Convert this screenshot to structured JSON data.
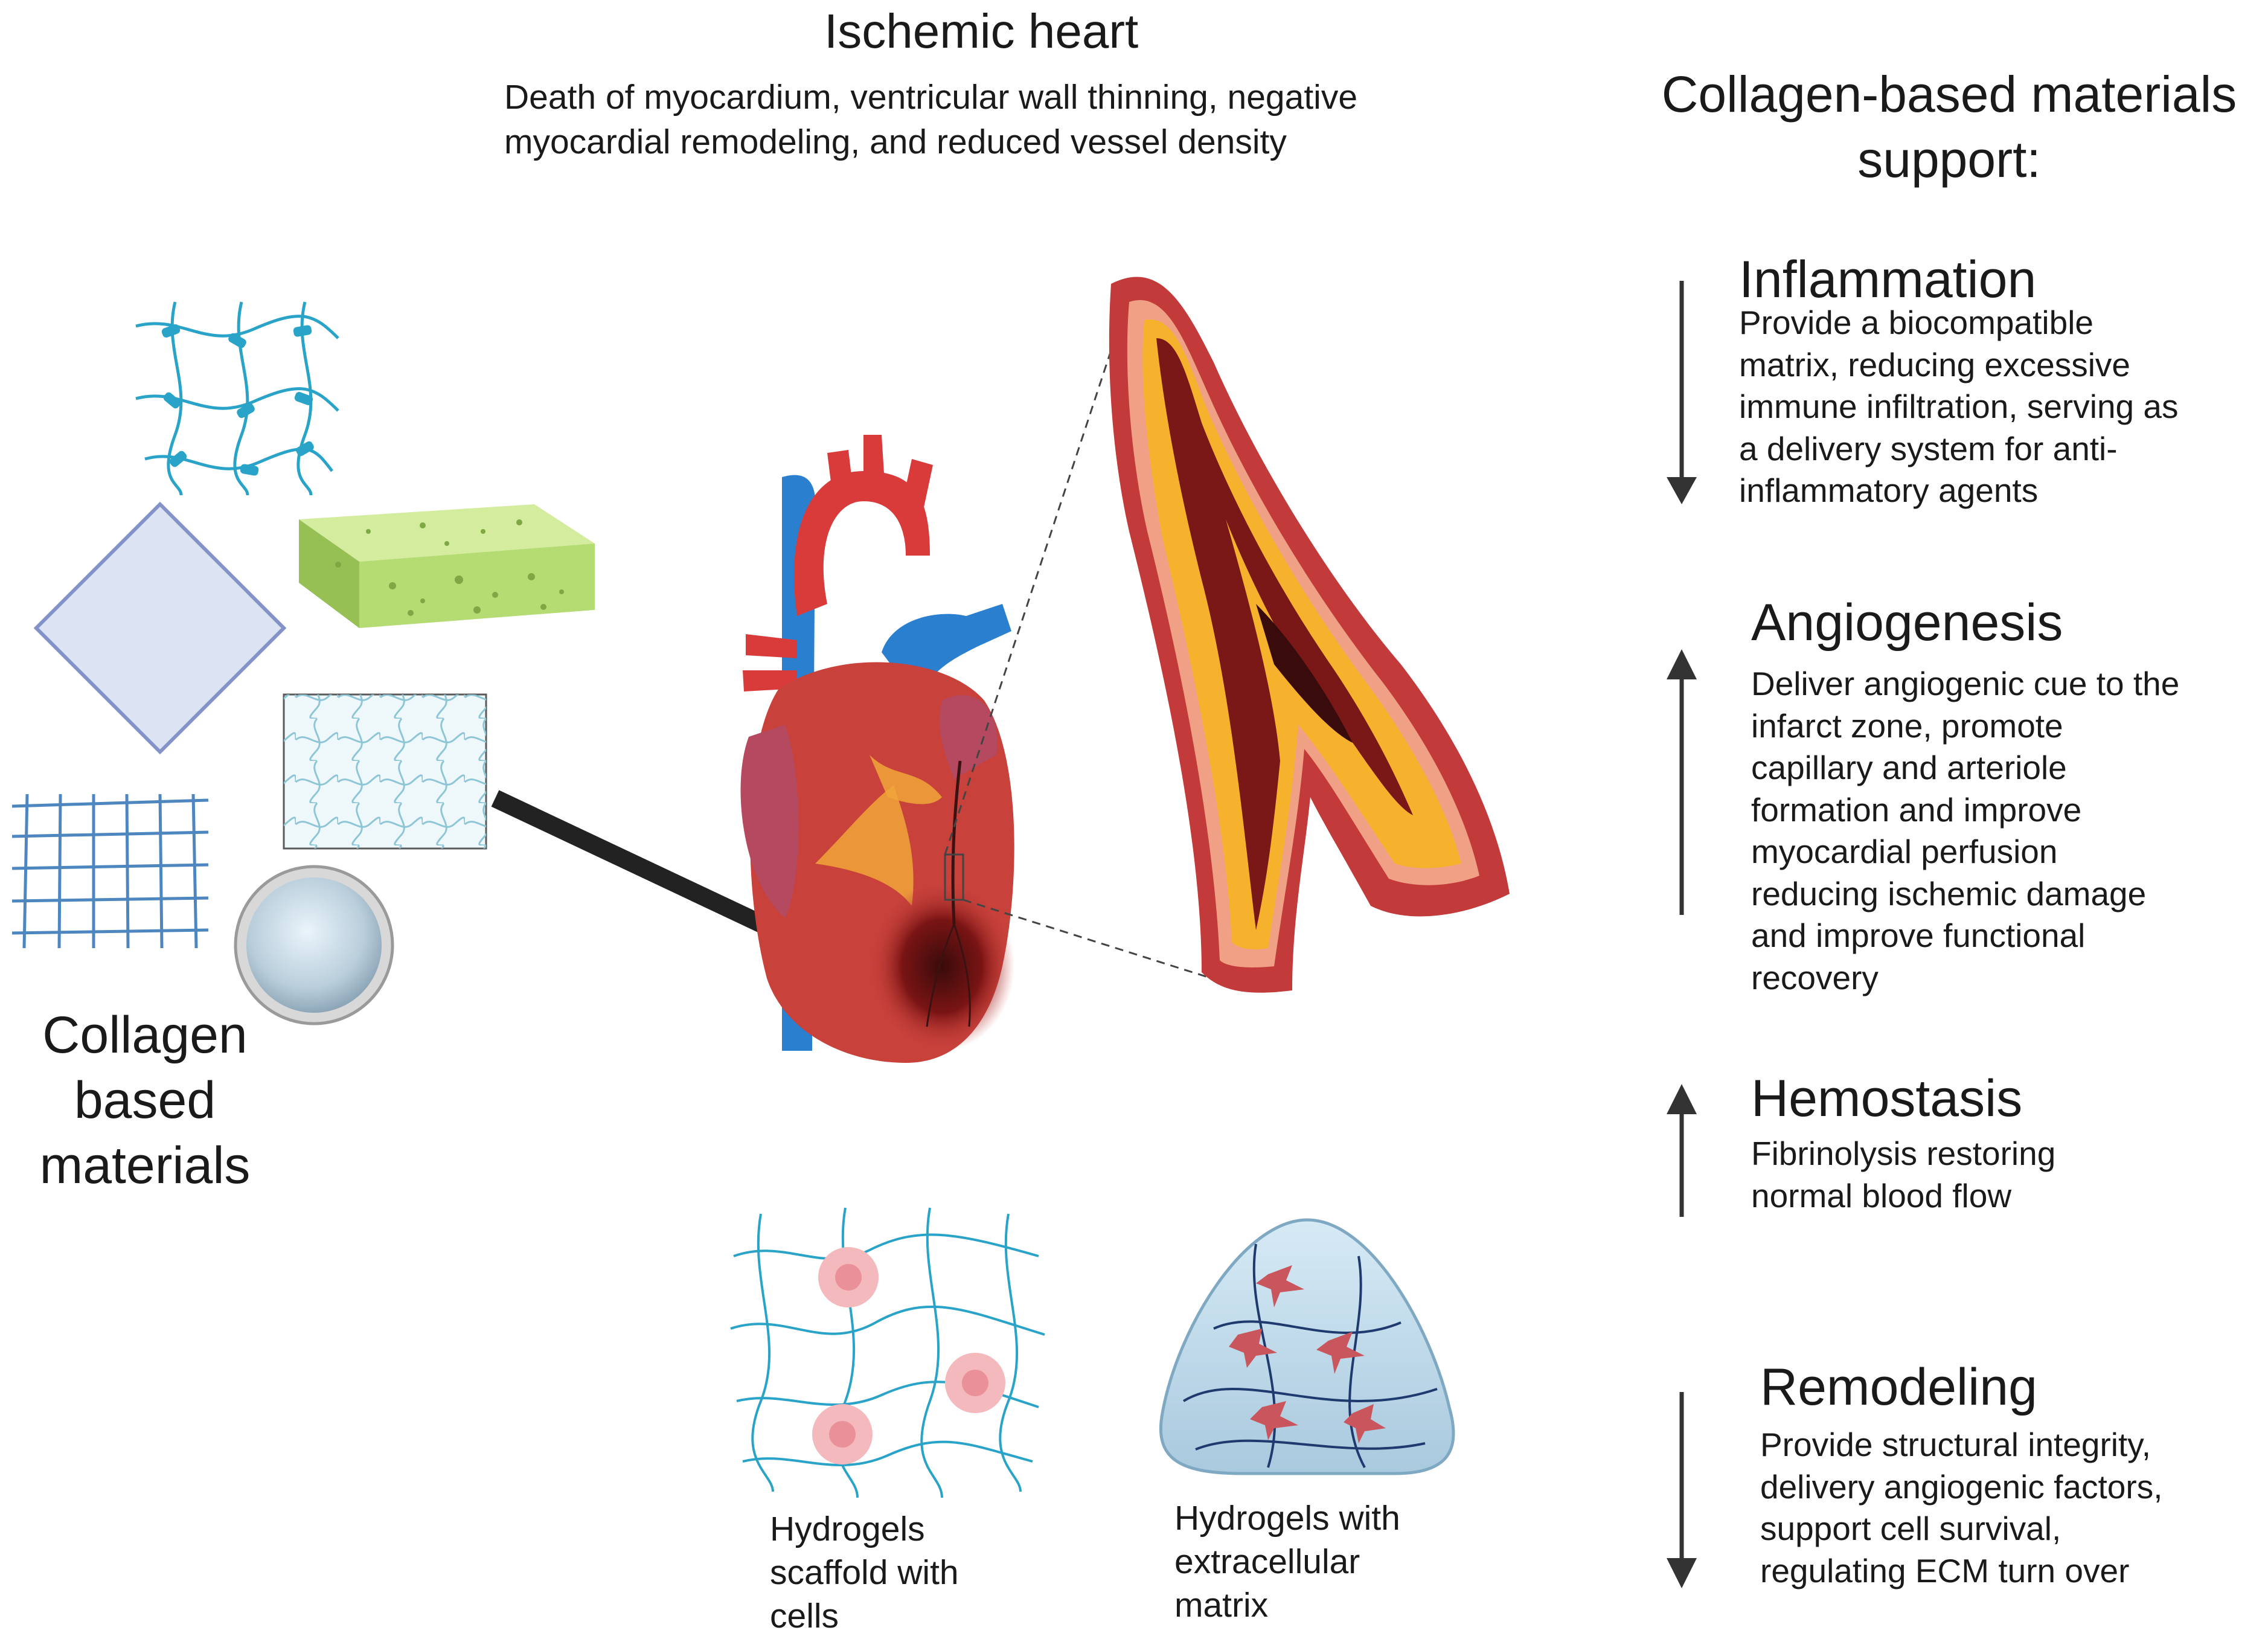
{
  "header": {
    "title": "Ischemic heart",
    "subtitle_line1": "Death of myocardium, ventricular wall thinning, negative",
    "subtitle_line2": "myocardial remodeling, and reduced vessel density"
  },
  "right_panel": {
    "heading_line1": "Collagen-based materials",
    "heading_line2": "support:",
    "sections": [
      {
        "title": "Inflammation",
        "direction": "down",
        "text": "Provide a biocompatible\nmatrix, reducing excessive\nimmune infiltration, serving as\na delivery system for anti-\ninflammatory agents"
      },
      {
        "title": "Angiogenesis",
        "direction": "up",
        "text": "Deliver angiogenic cue to the\ninfarct zone, promote\ncapillary and arteriole\nformation and improve\nmyocardial perfusion\nreducing ischemic damage\nand improve functional\nrecovery"
      },
      {
        "title": "Hemostasis",
        "direction": "up",
        "text": "Fibrinolysis restoring\nnormal blood flow"
      },
      {
        "title": "Remodeling",
        "direction": "down",
        "text": "Provide structural integrity,\ndelivery angiogenic factors,\nsupport cell survival,\nregulating ECM turn over"
      }
    ]
  },
  "left_panel": {
    "label": "Collagen\nbased\nmaterials"
  },
  "bottom": {
    "caption_cells": "Hydrogels\nscaffold with\ncells",
    "caption_ecm": "Hydrogels with\nextracellular\nmatrix"
  },
  "icons": [
    "hydrogel-network-icon",
    "sponge-icon",
    "film-square-icon",
    "mesh-sheet-icon",
    "grid-mesh-icon",
    "disc-icon",
    "heart-illustration",
    "artery-plaque-illustration",
    "cell-scaffold-icon",
    "ecm-hydrogel-icon"
  ],
  "colors": {
    "arrow": "#333333",
    "network_blue": "#29a3c8",
    "sponge_green": "#b4dc73",
    "artery_red": "#c23a3a",
    "plaque_yellow": "#f6b22c",
    "vein_blue": "#2b7fcf",
    "cell_pink": "#f4b9bd"
  }
}
